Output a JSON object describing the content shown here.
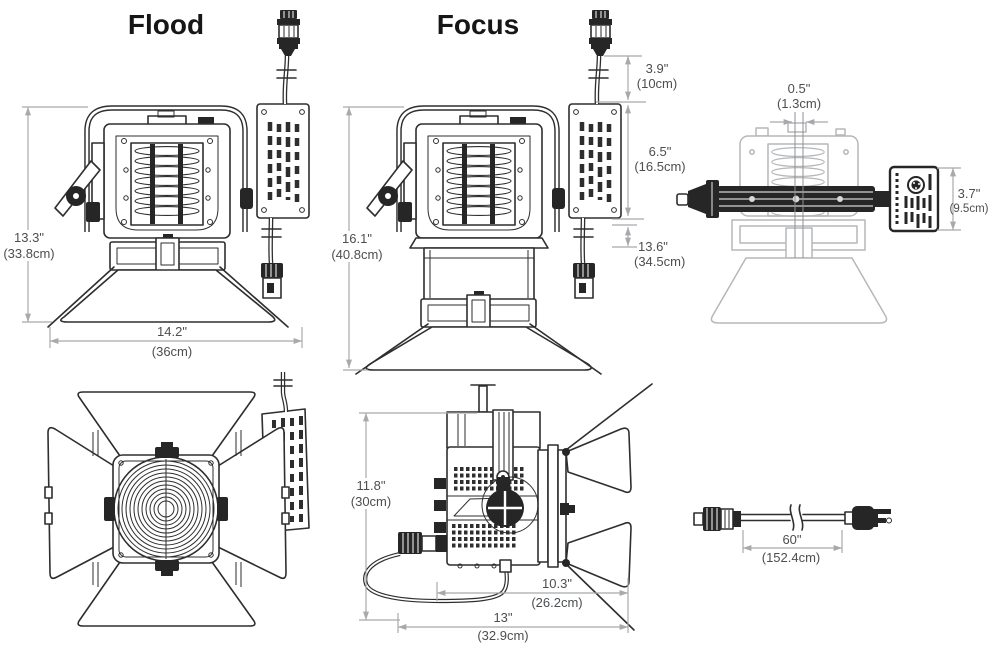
{
  "colors": {
    "background": "#ffffff",
    "ink": "#2e2e2e",
    "dark_fill": "#262626",
    "dimension": "#a7a9ac",
    "label_text": "#4c4e50",
    "ghost": "#b6b7b9",
    "title_text": "#161616"
  },
  "titles": {
    "flood": "Flood",
    "focus": "Focus"
  },
  "dims": {
    "flood_height": {
      "in": "13.3\"",
      "cm": "(33.8cm)"
    },
    "flood_width": {
      "in": "14.2\"",
      "cm": "(36cm)"
    },
    "focus_height": {
      "in": "16.1\"",
      "cm": "(40.8cm)"
    },
    "connector_gap": {
      "in": "3.9\"",
      "cm": "(10cm)"
    },
    "psu_height": {
      "in": "6.5\"",
      "cm": "(16.5cm)"
    },
    "psu_to_plug": {
      "in": "13.6\"",
      "cm": "(34.5cm)"
    },
    "yoke_offset": {
      "in": "0.5\"",
      "cm": "(1.3cm)"
    },
    "psu_depth": {
      "in": "3.7\"",
      "cm": "(9.5cm)"
    },
    "body_height": {
      "in": "11.8\"",
      "cm": "(30cm)"
    },
    "body_depth": {
      "in": "10.3\"",
      "cm": "(26.2cm)"
    },
    "total_depth": {
      "in": "13\"",
      "cm": "(32.9cm)"
    },
    "cable_length": {
      "in": "60\"",
      "cm": "(152.4cm)"
    }
  }
}
